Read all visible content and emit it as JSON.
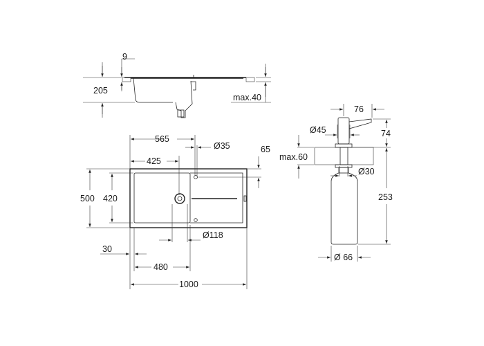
{
  "side_view": {
    "dims": {
      "depth": "205",
      "rim": "9",
      "counter_max": "max.40"
    }
  },
  "plan_view": {
    "dims": {
      "d565": "565",
      "tap_hole": "Ø35",
      "d65": "65",
      "d425": "425",
      "width": "500",
      "bowl_width": "420",
      "drain": "Ø118",
      "d30": "30",
      "bowl_length": "480",
      "length": "1000"
    }
  },
  "dispenser": {
    "dims": {
      "d76": "76",
      "head": "Ø45",
      "d74": "74",
      "counter_max": "max.60",
      "neck": "Ø30",
      "d253": "253",
      "bottle": "Ø 66"
    }
  }
}
